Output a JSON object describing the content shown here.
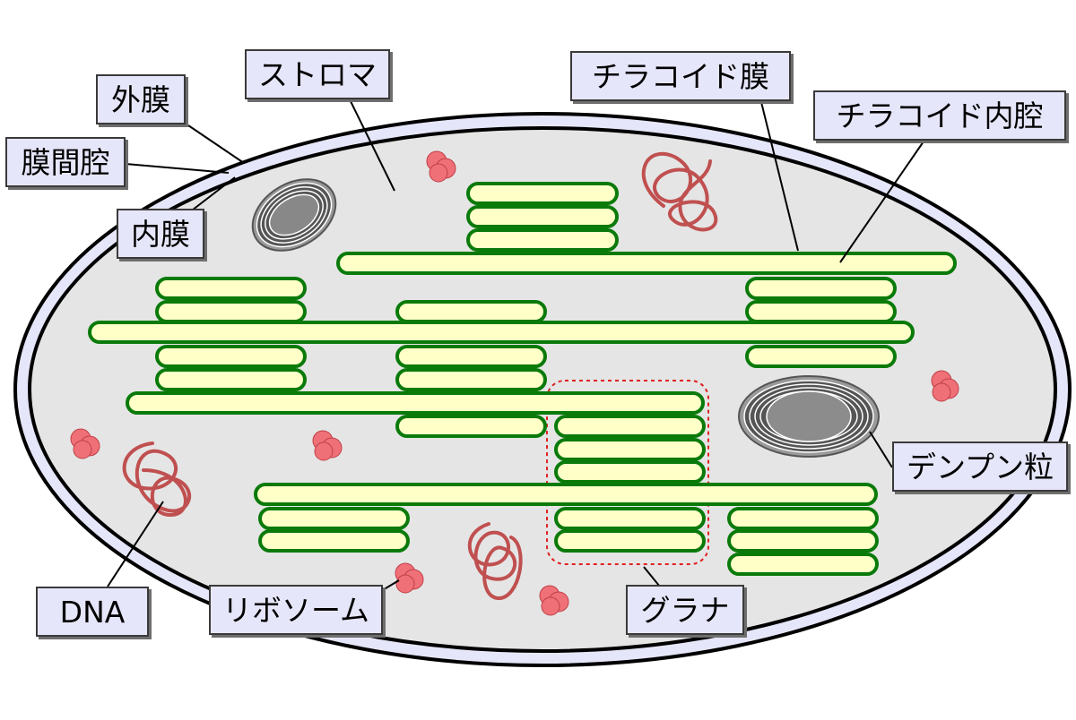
{
  "labels": {
    "outer_membrane": "外膜",
    "intermembrane_space": "膜間腔",
    "inner_membrane": "内膜",
    "stroma": "ストロマ",
    "thylakoid_membrane": "チラコイド膜",
    "thylakoid_lumen": "チラコイド内腔",
    "starch_granule": "デンプン粒",
    "dna": "DNA",
    "ribosome": "リボソーム",
    "granum": "グラナ"
  },
  "colors": {
    "outer_membrane_fill": "#e6e6fa",
    "stroma_fill": "#e5e5e5",
    "thylakoid_stroke": "#0a7a0a",
    "thylakoid_fill": "#ffffc8",
    "ribosome": "#f07078",
    "dna": "#c05050",
    "starch_light": "#9a9a9a",
    "starch_dark": "#555555",
    "granum_outline": "#e02020",
    "label_fill": "#e6e6fa"
  }
}
